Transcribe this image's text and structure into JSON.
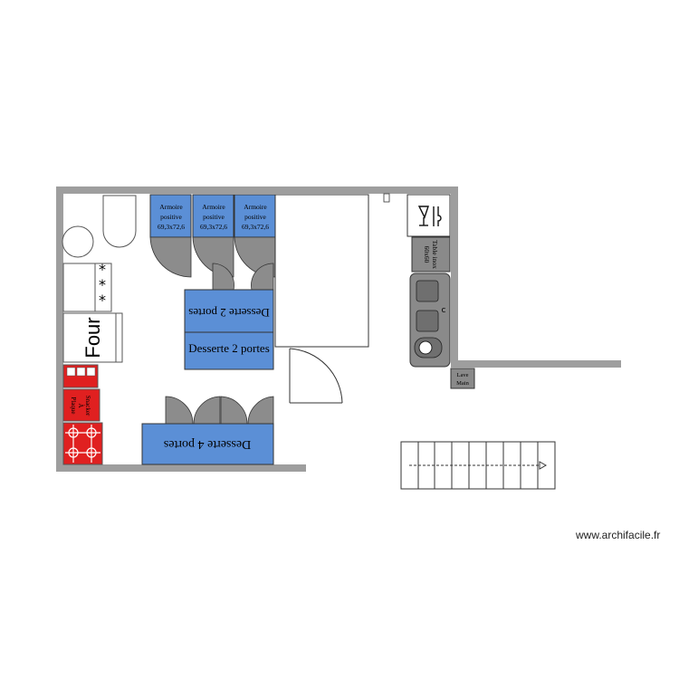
{
  "colors": {
    "wall": "#9e9e9e",
    "cabinet_blue": "#5b8fd6",
    "door_gray": "#8c8c8c",
    "red_appliance": "#e02020",
    "sink_gray": "#8a8a8a"
  },
  "labels": {
    "armoire_1": [
      "Armoire",
      "positive",
      "69,3x72,6"
    ],
    "armoire_2": [
      "Armoire",
      "positive",
      "69,3x72,6"
    ],
    "armoire_3": [
      "Armoire",
      "positive",
      "69,3x72,6"
    ],
    "desserte_2_top": "Desserte 2 portes",
    "desserte_2_bottom": "Desserte 2 portes",
    "desserte_4": "Desserte 4 portes",
    "four": "Four",
    "plancha": [
      "Plaque",
      "À",
      "Snacker"
    ],
    "table_inox": [
      "Table inox",
      "60x60"
    ],
    "lave_main": [
      "Lave",
      "Main"
    ],
    "watermark": "www.archifacile.fr"
  },
  "icons": {
    "plonge": "glass-fork-knife-icon",
    "stairs_arrow": "arrow-right-icon",
    "burner": "asterisk-icon"
  }
}
